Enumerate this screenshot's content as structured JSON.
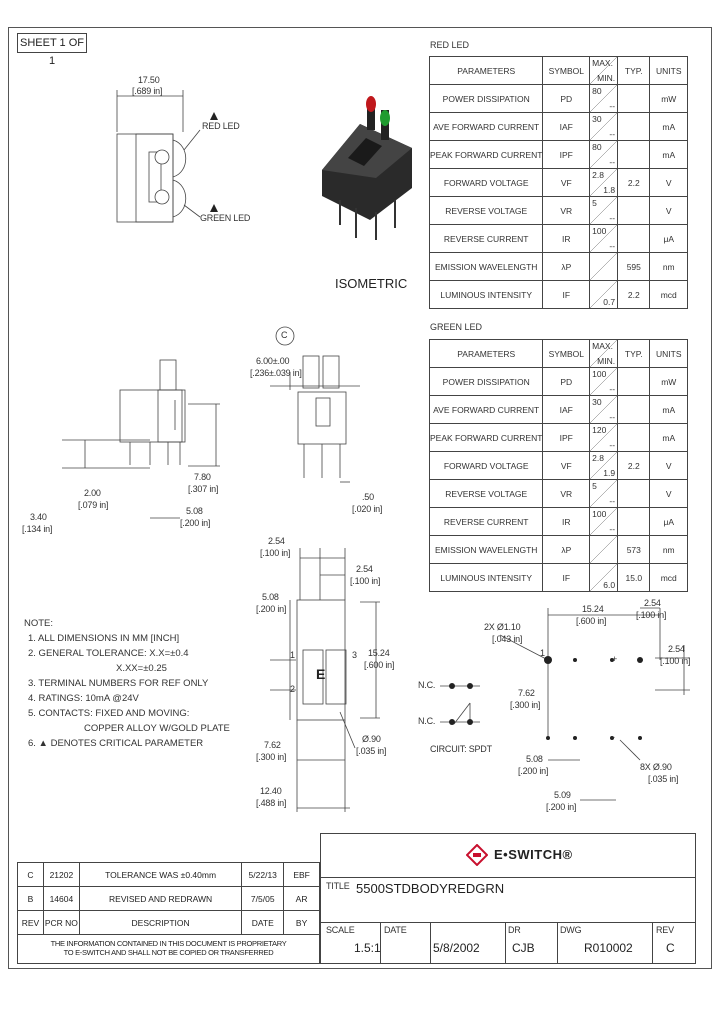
{
  "sheet": "SHEET 1 OF 1",
  "red_led": {
    "label": "RED LED",
    "headers": [
      "PARAMETERS",
      "SYMBOL",
      "MAX.",
      "MIN.",
      "TYP.",
      "UNITS"
    ],
    "rows": [
      {
        "param": "POWER DISSIPATION",
        "symbol": "PD",
        "max": "80",
        "min": "--",
        "typ": "",
        "unit": "mW"
      },
      {
        "param": "AVE FORWARD CURRENT",
        "symbol": "IAF",
        "max": "30",
        "min": "--",
        "typ": "",
        "unit": "mA"
      },
      {
        "param": "PEAK FORWARD CURRENT",
        "symbol": "IPF",
        "max": "80",
        "min": "--",
        "typ": "",
        "unit": "mA"
      },
      {
        "param": "FORWARD VOLTAGE",
        "symbol": "VF",
        "max": "2.8",
        "min": "1.8",
        "typ": "2.2",
        "unit": "V"
      },
      {
        "param": "REVERSE VOLTAGE",
        "symbol": "VR",
        "max": "5",
        "min": "--",
        "typ": "",
        "unit": "V"
      },
      {
        "param": "REVERSE CURRENT",
        "symbol": "IR",
        "max": "100",
        "min": "--",
        "typ": "",
        "unit": "μA"
      },
      {
        "param": "EMISSION WAVELENGTH",
        "symbol": "λP",
        "max": "",
        "min": "",
        "typ": "595",
        "unit": "nm"
      },
      {
        "param": "LUMINOUS INTENSITY",
        "symbol": "IF",
        "max": "",
        "min": "0.7",
        "typ": "2.2",
        "unit": "mcd"
      }
    ]
  },
  "green_led": {
    "label": "GREEN LED",
    "headers": [
      "PARAMETERS",
      "SYMBOL",
      "MAX.",
      "MIN.",
      "TYP.",
      "UNITS"
    ],
    "rows": [
      {
        "param": "POWER DISSIPATION",
        "symbol": "PD",
        "max": "100",
        "min": "--",
        "typ": "",
        "unit": "mW"
      },
      {
        "param": "AVE FORWARD CURRENT",
        "symbol": "IAF",
        "max": "30",
        "min": "--",
        "typ": "",
        "unit": "mA"
      },
      {
        "param": "PEAK FORWARD CURRENT",
        "symbol": "IPF",
        "max": "120",
        "min": "--",
        "typ": "",
        "unit": "mA"
      },
      {
        "param": "FORWARD VOLTAGE",
        "symbol": "VF",
        "max": "2.8",
        "min": "1.9",
        "typ": "2.2",
        "unit": "V"
      },
      {
        "param": "REVERSE VOLTAGE",
        "symbol": "VR",
        "max": "5",
        "min": "--",
        "typ": "",
        "unit": "V"
      },
      {
        "param": "REVERSE CURRENT",
        "symbol": "IR",
        "max": "100",
        "min": "--",
        "typ": "",
        "unit": "μA"
      },
      {
        "param": "EMISSION WAVELENGTH",
        "symbol": "λP",
        "max": "",
        "min": "",
        "typ": "573",
        "unit": "nm"
      },
      {
        "param": "LUMINOUS INTENSITY",
        "symbol": "IF",
        "max": "",
        "min": "6.0",
        "typ": "15.0",
        "unit": "mcd"
      }
    ]
  },
  "drawing": {
    "top_dim": "17.50",
    "top_dim_in": "[.689 in]",
    "red_led_label": "RED LED",
    "green_led_label": "GREEN LED",
    "isometric": "ISOMETRIC",
    "critical_c": "C",
    "dim_600": "6.00±.00",
    "dim_600_in": "[.236±.039 in]",
    "dim_780": "7.80",
    "dim_780_in": "[.307 in]",
    "dim_200": "2.00",
    "dim_200_in": "[.079 in]",
    "dim_508": "5.08",
    "dim_508_in": "[.200 in]",
    "dim_340": "3.40",
    "dim_340_in": "[.134 in]",
    "dim_050": ".50",
    "dim_050_in": "[.020 in]",
    "fv_254a": "2.54",
    "fv_254a_in": "[.100 in]",
    "fv_254b": "2.54",
    "fv_254b_in": "[.100 in]",
    "fv_508": "5.08",
    "fv_508_in": "[.200 in]",
    "fv_1524": "15.24",
    "fv_1524_in": "[.600 in]",
    "fv_762": "7.62",
    "fv_762_in": "[.300 in]",
    "fv_090": "Ø.90",
    "fv_090_in": "[.035 in]",
    "fv_1240": "12.40",
    "fv_1240_in": "[.488 in]",
    "fv_e": "E",
    "pin_1a": "1",
    "pin_2": "2",
    "pin_3": "3",
    "pin_1b": "1",
    "pin_plus": "+",
    "pin_minus": "-",
    "pc_2x": "2X  Ø1.10",
    "pc_2x_in": "[.043 in]",
    "pc_1524": "15.24",
    "pc_1524_in": "[.600 in]",
    "pc_254a": "2.54",
    "pc_254a_in": "[.100 in]",
    "pc_254b": "2.54",
    "pc_254b_in": "[.100 in]",
    "pc_762": "7.62",
    "pc_762_in": "[.300 in]",
    "pc_508": "5.08",
    "pc_508_in": "[.200 in]",
    "pc_509": "5.09",
    "pc_509_in": "[.200 in]",
    "pc_8x": "8X  Ø.90",
    "pc_8x_in": "[.035 in]",
    "nc1": "N.C.",
    "nc2": "N.C.",
    "circuit": "CIRCUIT: SPDT"
  },
  "notes": {
    "title": "NOTE:",
    "lines": [
      "1. ALL DIMENSIONS IN MM [INCH]",
      "2. GENERAL TOLERANCE: X.X=±0.4",
      "X.XX=±0.25",
      "3. TERMINAL NUMBERS FOR REF ONLY",
      "4. RATINGS: 10mA @24V",
      "5. CONTACTS: FIXED AND MOVING:",
      "COPPER ALLOY W/GOLD PLATE",
      "6. ▲ DENOTES CRITICAL PARAMETER"
    ]
  },
  "revisions": {
    "rows": [
      {
        "rev": "C",
        "pcr": "21202",
        "desc": "TOLERANCE WAS ±0.40mm",
        "date": "5/22/13",
        "by": "EBF"
      },
      {
        "rev": "B",
        "pcr": "14604",
        "desc": "REVISED AND REDRAWN",
        "date": "7/5/05",
        "by": "AR"
      },
      {
        "rev": "REV",
        "pcr": "PCR NO",
        "desc": "DESCRIPTION",
        "date": "DATE",
        "by": "BY"
      }
    ],
    "disclaimer_1": "THE INFORMATION CONTAINED IN THIS DOCUMENT IS PROPRIETARY",
    "disclaimer_2": "TO E-SWITCH AND SHALL NOT BE COPIED OR TRANSFERRED"
  },
  "title_block": {
    "brand": "E•SWITCH®",
    "title_label": "TITLE",
    "title": "5500STDBODYREDGRN",
    "scale_label": "SCALE",
    "scale": "1.5:1",
    "date_label": "DATE",
    "date": "5/8/2002",
    "dr_label": "DR",
    "dr": "CJB",
    "dwg_label": "DWG",
    "dwg": "R010002",
    "rev_label": "REV",
    "rev": "C"
  },
  "colors": {
    "red_led": "#c0181c",
    "green_led": "#1f9b2f",
    "logo": "#c8102e"
  }
}
